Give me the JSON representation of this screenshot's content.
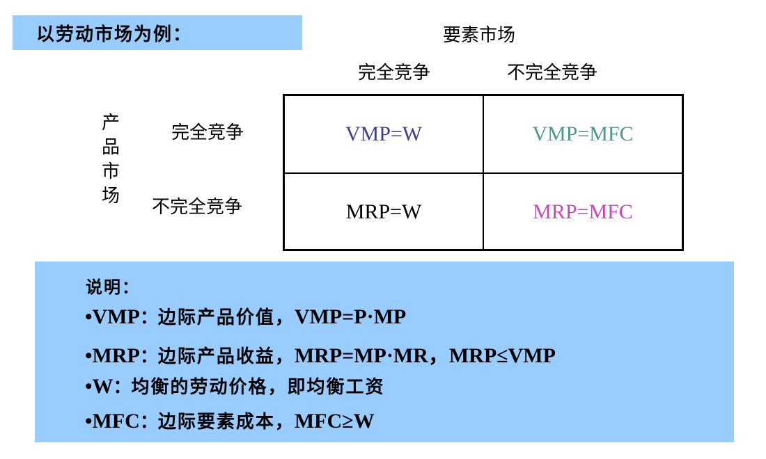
{
  "title": "以劳动市场为例：",
  "factor_market": {
    "heading": "要素市场",
    "columns": [
      "完全竞争",
      "不完全竞争"
    ]
  },
  "product_market": {
    "heading_chars": [
      "产",
      "品",
      "市",
      "场"
    ],
    "rows": [
      "完全竞争",
      "不完全竞争"
    ]
  },
  "matrix": {
    "top_left": "VMP=W",
    "top_right": "VMP=MFC",
    "bottom_left": "MRP=W",
    "bottom_right": "MRP=MFC"
  },
  "colors": {
    "accent_box": "#99ccff",
    "top_left": "#3f3f90",
    "top_right": "#4a9a8c",
    "bottom_left": "#000000",
    "bottom_right": "#cc44bb"
  },
  "notes": {
    "title": "说明：",
    "items": [
      {
        "term": "•VMP",
        "sep": "：",
        "desc": "边际产品价值，",
        "formula": "VMP=P·MP"
      },
      {
        "term": "•MRP",
        "sep": "：",
        "desc": "边际产品收益，",
        "formula": "MRP=MP·MR，MRP≤VMP"
      },
      {
        "term": "•W",
        "sep": "：",
        "desc": "均衡的劳动价格，即均衡工资",
        "formula": ""
      },
      {
        "term": "•MFC",
        "sep": "：",
        "desc": "边际要素成本，",
        "formula": "MFC≥W"
      }
    ]
  }
}
